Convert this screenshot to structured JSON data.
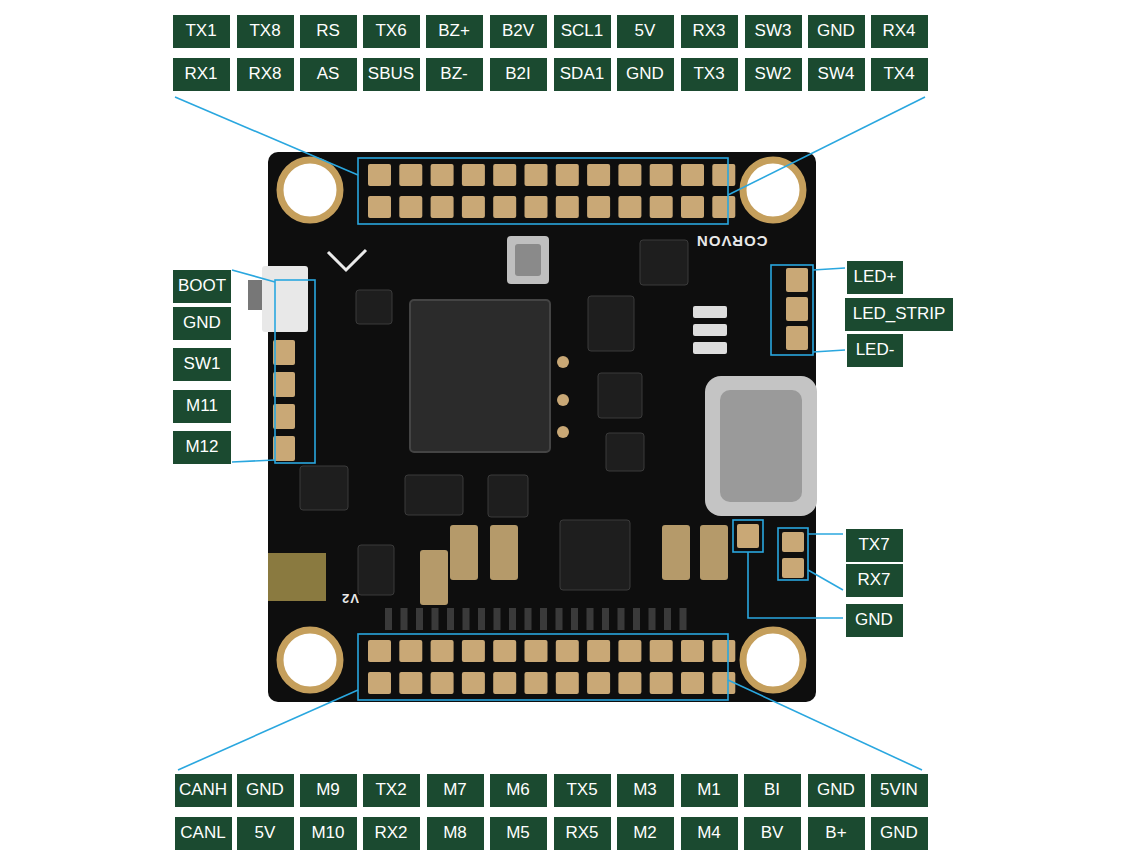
{
  "diagram": {
    "nodes": [
      {
        "text": [
          "TX1"
        ]
      },
      {
        "text": [
          "TX8"
        ]
      },
      {
        "text": [
          "RS"
        ]
      },
      {
        "text": [
          "TX6"
        ]
      },
      {
        "text": [
          "BZ+"
        ]
      },
      {
        "text": [
          "B2V"
        ]
      },
      {
        "text": [
          "SCL1"
        ]
      },
      {
        "text": [
          "5V"
        ]
      },
      {
        "text": [
          "RX3"
        ]
      },
      {
        "text": [
          "SW3"
        ]
      },
      {
        "text": [
          "GND"
        ]
      },
      {
        "text": [
          "RX4"
        ]
      },
      {
        "text": [
          "RX1"
        ]
      },
      {
        "text": [
          "RX8"
        ]
      },
      {
        "text": [
          "AS"
        ]
      },
      {
        "text": [
          "SBUS"
        ]
      },
      {
        "text": [
          "BZ-"
        ]
      },
      {
        "text": [
          "B2I"
        ]
      },
      {
        "text": [
          "SDA1"
        ]
      },
      {
        "text": [
          "GND"
        ]
      },
      {
        "text": [
          "TX3"
        ]
      },
      {
        "text": [
          "SW2"
        ]
      },
      {
        "text": [
          "SW4"
        ]
      },
      {
        "text": [
          "TX4"
        ]
      },
      {
        "text": [
          "BOOT"
        ]
      },
      {
        "text": [
          "GND"
        ]
      },
      {
        "text": [
          "SW1"
        ]
      },
      {
        "text": [
          "M11"
        ]
      },
      {
        "text": [
          "M12"
        ]
      },
      {
        "text": [
          "LED+"
        ]
      },
      {
        "text": [
          "LED_STRIP"
        ]
      },
      {
        "text": [
          "LED-"
        ]
      },
      {
        "text": [
          "TX7"
        ]
      },
      {
        "text": [
          "RX7"
        ]
      },
      {
        "text": [
          "GND"
        ]
      },
      {
        "text": [
          "CANH"
        ]
      },
      {
        "text": [
          "GND"
        ]
      },
      {
        "text": [
          "M9"
        ]
      },
      {
        "text": [
          "TX2"
        ]
      },
      {
        "text": [
          "M7"
        ]
      },
      {
        "text": [
          "M6"
        ]
      },
      {
        "text": [
          "TX5"
        ]
      },
      {
        "text": [
          "M3"
        ]
      },
      {
        "text": [
          "M1"
        ]
      },
      {
        "text": [
          "BI"
        ]
      },
      {
        "text": [
          "GND"
        ]
      },
      {
        "text": [
          "5VIN"
        ]
      },
      {
        "text": [
          "CANL"
        ]
      },
      {
        "text": [
          "5V"
        ]
      },
      {
        "text": [
          "M10"
        ]
      },
      {
        "text": [
          "RX2"
        ]
      },
      {
        "text": [
          "M8"
        ]
      },
      {
        "text": [
          "M5"
        ]
      },
      {
        "text": [
          "RX5"
        ]
      },
      {
        "text": [
          "M2"
        ]
      },
      {
        "text": [
          "M4"
        ]
      },
      {
        "text": [
          "BV"
        ]
      },
      {
        "text": [
          "B+"
        ]
      },
      {
        "text": [
          "GND"
        ]
      }
    ],
    "labels": [
      "CORVON",
      "V2"
    ]
  }
}
